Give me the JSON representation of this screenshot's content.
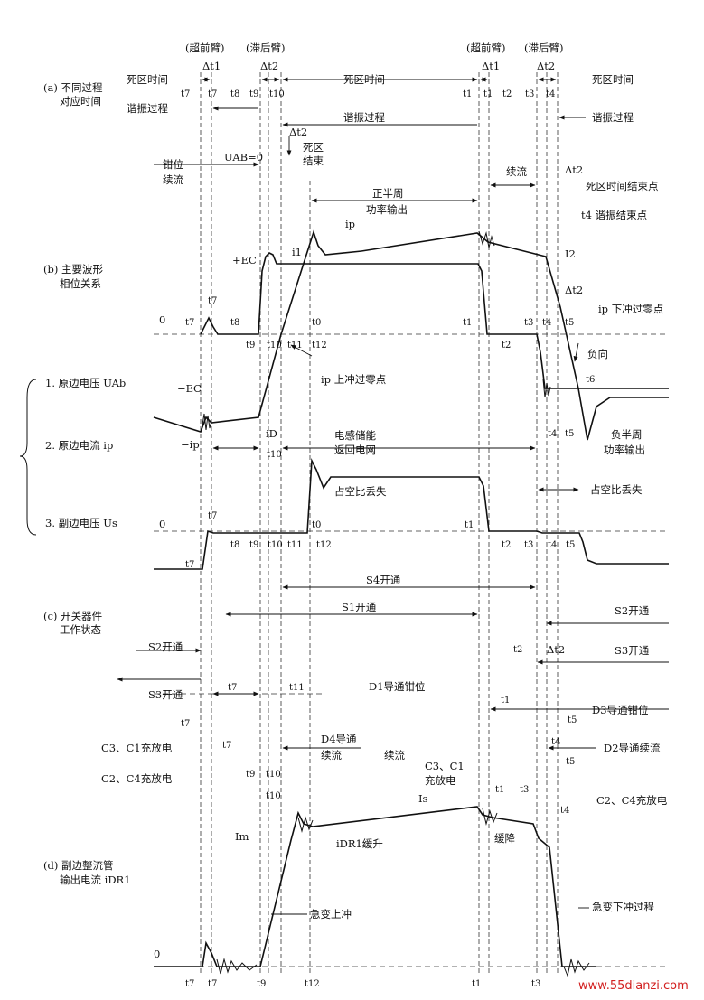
{
  "header": {
    "lead_arm_1": "(超前臂)",
    "lag_arm_1": "(滞后臂)",
    "lead_arm_2": "(超前臂)",
    "lag_arm_2": "(滞后臂)",
    "dt1_a": "Δt1",
    "dt2_a": "Δt2",
    "dt1_b": "Δt1",
    "dt2_b": "Δt2"
  },
  "section_a": {
    "title_1": "(a) 不同过程",
    "title_2": "对应时间",
    "dead_time_1": "死区时间",
    "dead_time_2": "死区时间",
    "dead_time_3": "死区时间",
    "resonance_1": "谐振过程",
    "resonance_2": "谐振过程",
    "resonance_3": "谐振过程",
    "dt2_mid": "Δt2",
    "dead_end_1": "死区",
    "dead_end_2": "结束",
    "clamp_1": "钳位",
    "clamp_2": "续流",
    "uab_zero": "UAB=0",
    "freewheel": "续流",
    "dt2_right": "Δt2",
    "dead_end_point": "死区时间结束点",
    "t4_label": "t4 谐振结束点"
  },
  "section_b": {
    "title_1": "(b) 主要波形",
    "title_2": "相位关系",
    "pos_half_1": "正半周",
    "pos_half_2": "功率输出",
    "ip": "ip",
    "i1": "i1",
    "i2": "I2",
    "plus_ec": "+EC",
    "minus_ec": "−EC",
    "minus_ip": "−ip",
    "dt2_b": "Δt2",
    "ip_down_zero": "ip 下冲过零点",
    "negative": "负向",
    "ip_up_zero": "ip 上冲过零点",
    "neg_half_1": "负半周",
    "neg_half_2": "功率输出",
    "inductor_1": "电感储能",
    "inductor_2": "返回电网",
    "duty_loss_1": "占空比丢失",
    "duty_loss_2": "占空比丢失",
    "iD": "iD",
    "zero_1": "0",
    "zero_2": "0",
    "legend_1": "1. 原边电压 UAb",
    "legend_2": "2. 原边电流 ip",
    "legend_3": "3. 副边电压 Us"
  },
  "section_c": {
    "title_1": "(c) 开关器件",
    "title_2": "工作状态",
    "s4_on": "S4开通",
    "s1_on": "S1开通",
    "s2_on_r": "S2开通",
    "s3_on_r": "S3开通",
    "s2_on_l": "S2开通",
    "s3_on_l": "S3开通",
    "d1_clamp": "D1导通钳位",
    "d3_clamp": "D3导通钳位",
    "c3c1": "C3、C1充放电",
    "d4_1": "D4导通",
    "d4_2": "续流",
    "freewheel_2": "续流",
    "d2": "D2导通续流",
    "c2c4_l": "C2、C4充放电",
    "c3c1_mid_1": "C3、C1",
    "c3c1_mid_2": "充放电",
    "c2c4_r": "C2、C4充放电",
    "dt2_c": "Δt2"
  },
  "section_d": {
    "title_1": "(d) 副边整流管",
    "title_2": "输出电流 iDR1",
    "im": "Im",
    "is": "Is",
    "idr1_rise": "iDR1缓升",
    "slow_drop": "缓降",
    "sudden_up": "急变上冲",
    "sudden_down": "急变下冲过程",
    "zero": "0"
  },
  "time_labels": {
    "t7": "t7",
    "t8": "t8",
    "t9": "t9",
    "t10": "t10",
    "t11": "t11",
    "t12": "t12",
    "t0": "t0",
    "t1": "t1",
    "t2": "t2",
    "t3": "t3",
    "t4": "t4",
    "t5": "t5",
    "t6": "t6"
  },
  "watermark": "www.55dianzi.com"
}
